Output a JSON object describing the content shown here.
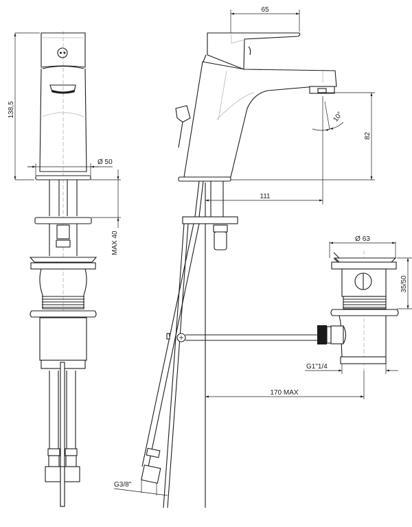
{
  "drawing": {
    "title": "Single-lever basin mixer technical drawing",
    "line_color": "#1a1a1a",
    "background": "#ffffff",
    "views": {
      "front": {
        "label": "front-view"
      },
      "side": {
        "label": "side-view"
      },
      "waste": {
        "label": "pop-up-waste-view"
      }
    },
    "dimensions": {
      "height_total": "138,5",
      "base_diameter": "Ø 50",
      "deck_max": "MAX 40",
      "lever_length": "65",
      "spout_angle": "10°",
      "spout_height": "82",
      "spout_reach": "111",
      "waste_diameter": "Ø 63",
      "waste_height": "35/50",
      "waste_thread": "G1\"1/4",
      "rod_length": "170 MAX",
      "hose_thread": "G3/8\""
    }
  }
}
